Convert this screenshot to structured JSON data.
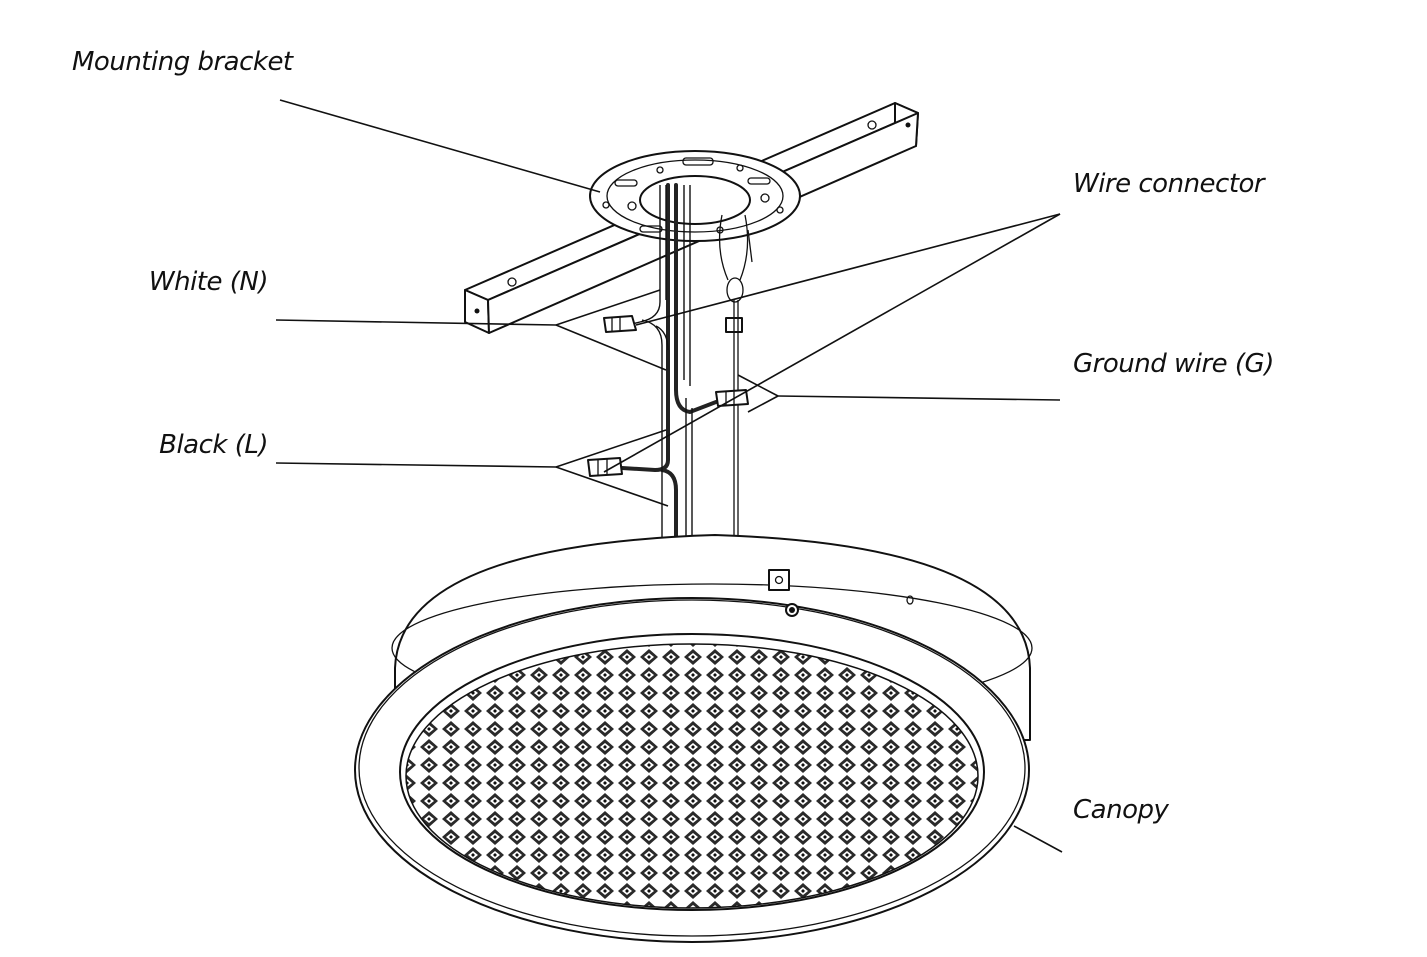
{
  "labels": {
    "mounting_bracket": "Mounting bracket",
    "wire_connector": "Wire connector",
    "white_n": "White (N)",
    "ground_wire": "Ground wire (G)",
    "black_l": "Black (L)",
    "canopy": "Canopy"
  },
  "colors": {
    "ink": "#111111",
    "background": "#ffffff"
  }
}
